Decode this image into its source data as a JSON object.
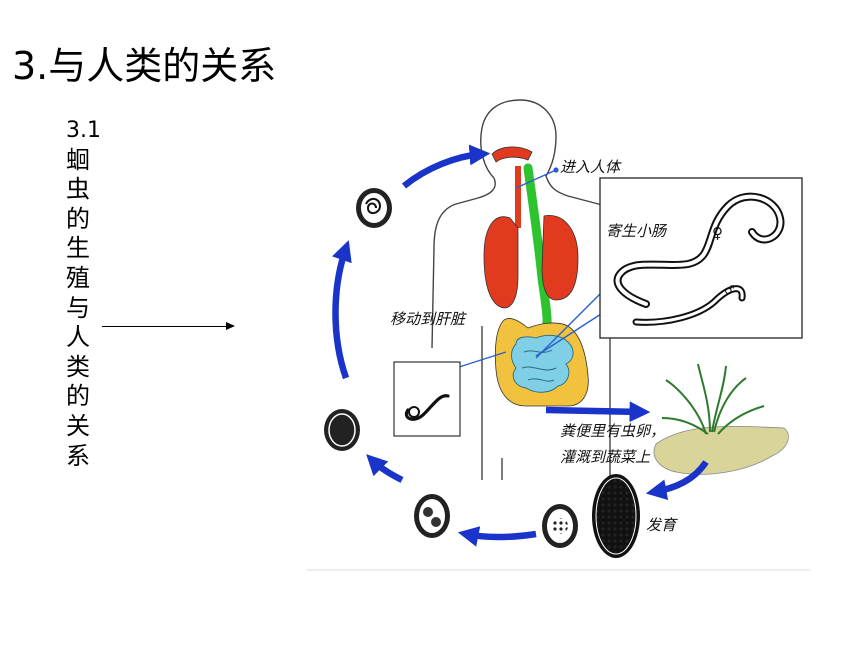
{
  "slide": {
    "title": "3.与人类的关系",
    "subtitle_num": "3.1",
    "subtitle_chars": [
      "蛔",
      "虫",
      "的",
      "生",
      "殖",
      "与",
      "人",
      "类",
      "的",
      "关",
      "系"
    ]
  },
  "diagram": {
    "labels": {
      "enter": "进入人体",
      "parasite": "寄生小肠",
      "female": "♀",
      "migrate": "移动到肝脏",
      "feces_line1": "粪便里有虫卵，",
      "feces_line2": "灌溉到蔬菜上",
      "develop": "发育"
    },
    "colors": {
      "cycle_arrow": "#1a33c9",
      "lungs": "#e23a1e",
      "airway": "#e23a1e",
      "esophagus": "#2fc22f",
      "colon": "#f2c23e",
      "small_intestine": "#7fd0e6",
      "soil": "#d8d49a",
      "leader_line": "#2b5fd0"
    }
  }
}
